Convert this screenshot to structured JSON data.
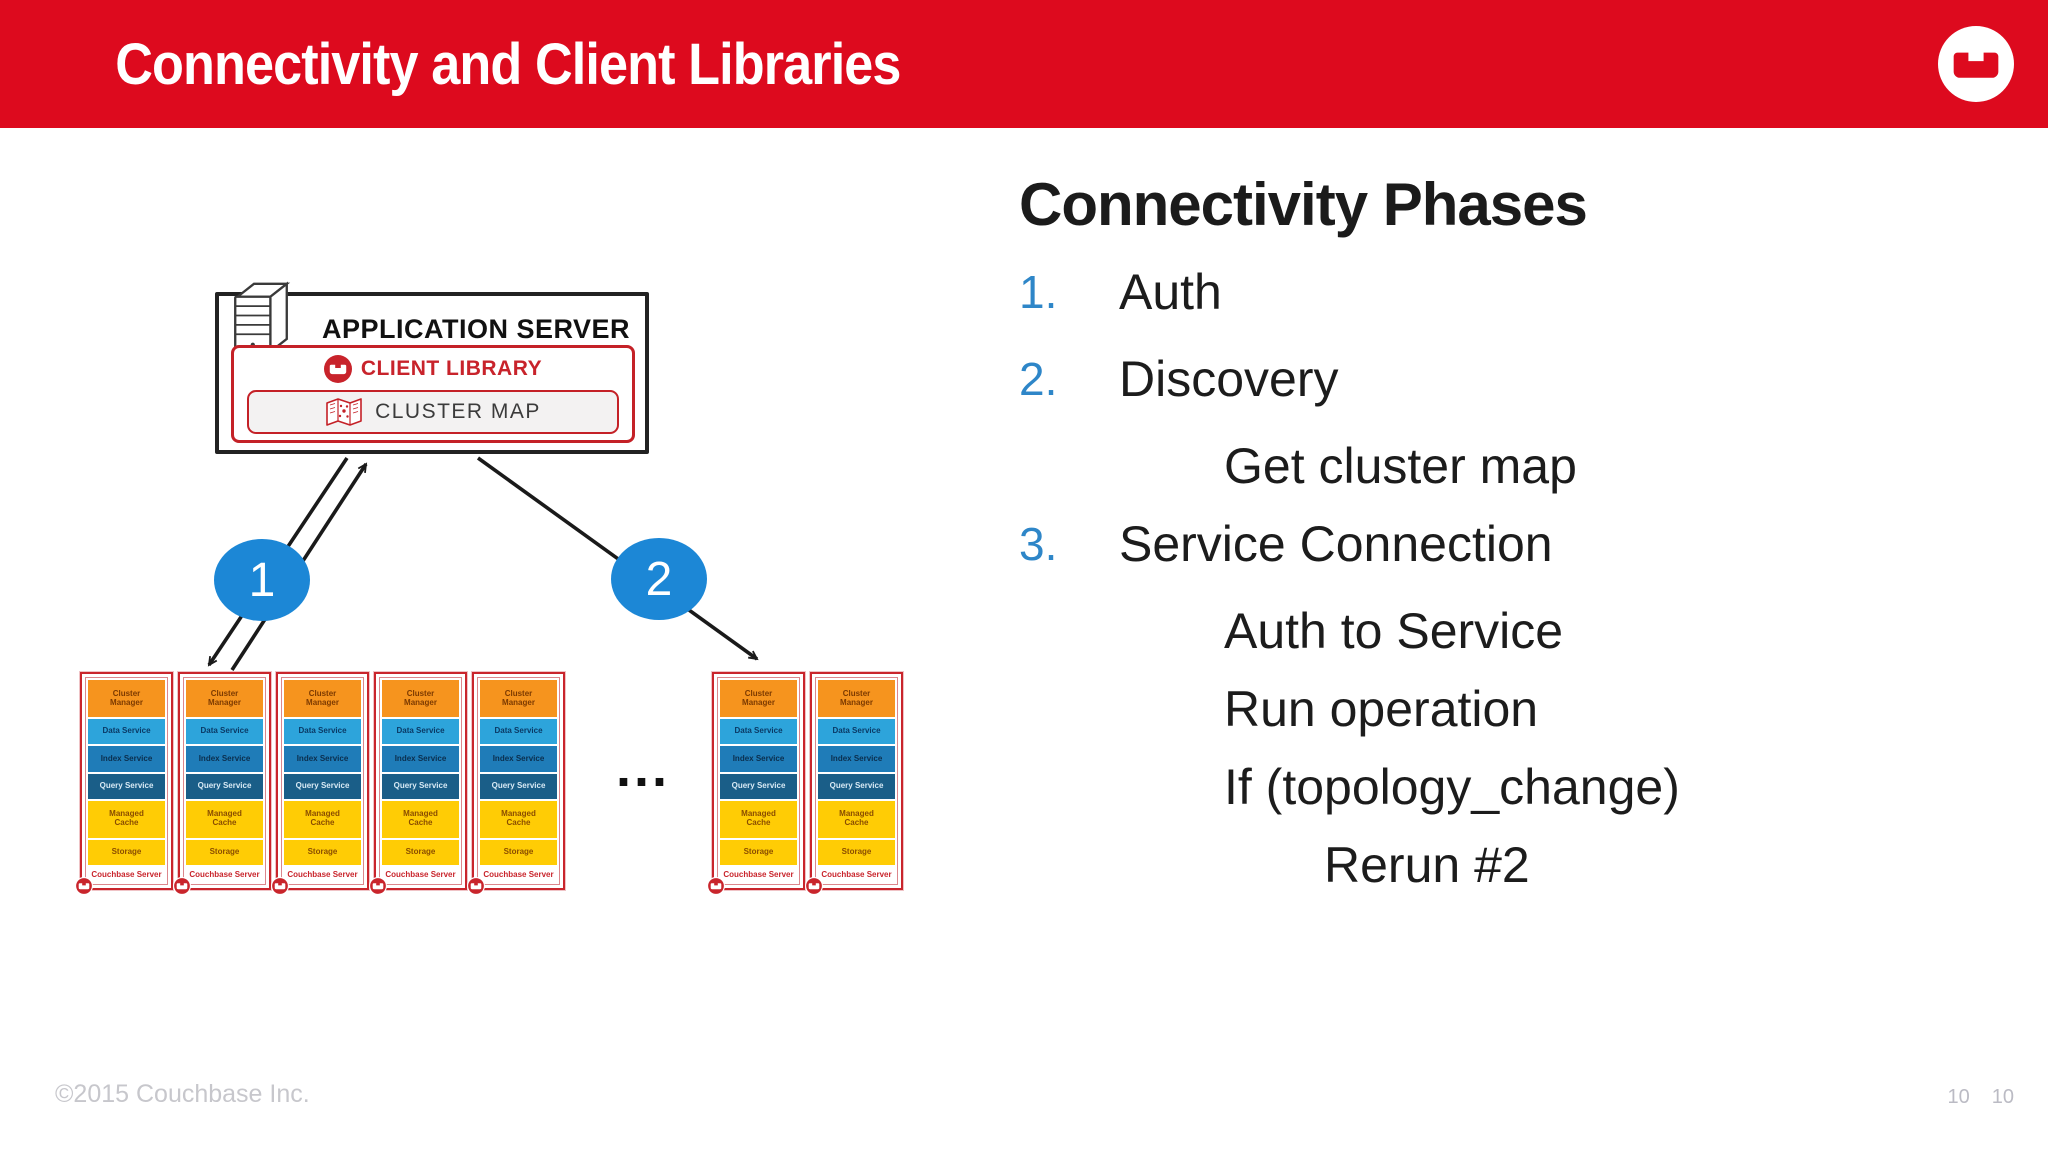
{
  "header": {
    "title": "Connectivity and Client Libraries",
    "bg_color": "#DD0A1E",
    "logo": "couchbase-logo"
  },
  "diagram": {
    "app_server": {
      "title": "APPLICATION SERVER",
      "client_library_label": "CLIENT LIBRARY",
      "cluster_map_label": "CLUSTER MAP",
      "border_red": "#C42127"
    },
    "badges": [
      "1",
      "2"
    ],
    "badge_color": "#1C87D6",
    "ellipsis": "...",
    "groups": [
      {
        "count": 5
      },
      {
        "count": 2
      }
    ],
    "cluster_node": {
      "services": [
        {
          "label": "Cluster Manager",
          "bg": "#F6941E",
          "fg": "#7C3A00",
          "two_line": true
        },
        {
          "label": "Data Service",
          "bg": "#2DA4DB",
          "fg": "#0A3A66",
          "two_line": false
        },
        {
          "label": "Index Service",
          "bg": "#1F7CB8",
          "fg": "#0B2E4D",
          "two_line": false
        },
        {
          "label": "Query Service",
          "bg": "#1A5E88",
          "fg": "#D8EAF5",
          "two_line": false
        },
        {
          "label": "Managed Cache",
          "bg": "#FFCC05",
          "fg": "#8A4D00",
          "two_line": true
        },
        {
          "label": "Storage",
          "bg": "#FFCC05",
          "fg": "#8A4D00",
          "two_line": false
        }
      ],
      "footer_label": "Couchbase Server",
      "border_red": "#C9252C"
    }
  },
  "phases": {
    "heading": "Connectivity Phases",
    "number_color": "#2E86C8",
    "items": [
      {
        "num": "1.",
        "text": "Auth",
        "level": 0
      },
      {
        "num": "2.",
        "text": "Discovery",
        "level": 0
      },
      {
        "text": "Get cluster map",
        "level": 1
      },
      {
        "num": "3.",
        "text": "Service Connection",
        "level": 0
      },
      {
        "text": "Auth to Service",
        "level": 1
      },
      {
        "text": "Run operation",
        "level": 1
      },
      {
        "text": "If (topology_change)",
        "level": 1
      },
      {
        "text": "Rerun #2",
        "level": 2
      }
    ]
  },
  "footer": {
    "copyright": "©2015 Couchbase Inc.",
    "page_numbers": [
      "10",
      "10"
    ]
  }
}
